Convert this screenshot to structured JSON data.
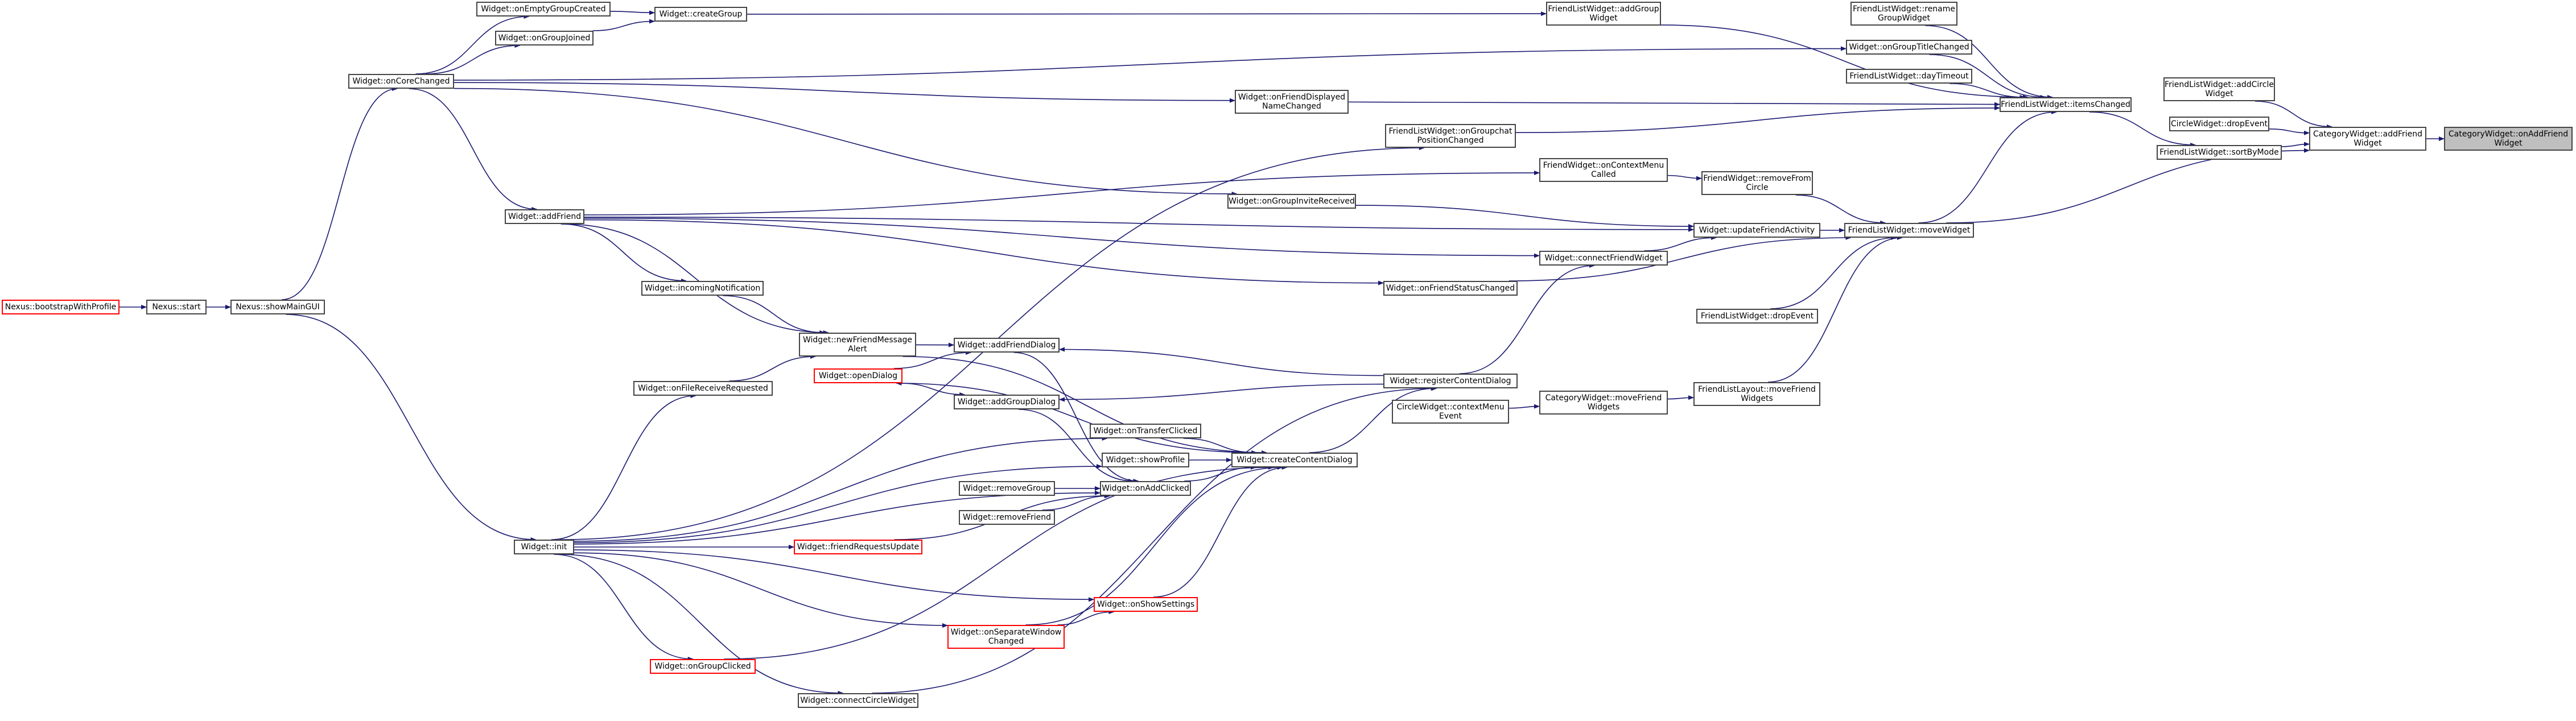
{
  "colors": {
    "edge": "#191970",
    "node_border": "#444444",
    "node_border_truncated": "#ff0000",
    "focus_fill": "#bfbfbf"
  },
  "nodes": {
    "bootstrap": "Nexus::bootstrapWithProfile",
    "start": "Nexus::start",
    "showMainGUI": "Nexus::showMainGUI",
    "init": "Widget::init",
    "onCoreChanged": "Widget::onCoreChanged",
    "onEmptyGroupCreated": "Widget::onEmptyGroupCreated",
    "onGroupJoined": "Widget::onGroupJoined",
    "createGroup": "Widget::createGroup",
    "addFriend": "Widget::addFriend",
    "incomingNotification": "Widget::incomingNotification",
    "newFriendMessageAlert": "Widget::newFriendMessage\nAlert",
    "onFileReceiveRequested": "Widget::onFileReceiveRequested",
    "friendRequestsUpdate": "Widget::friendRequestsUpdate",
    "onSeparateWindowChanged": "Widget::onSeparateWindow\nChanged",
    "onGroupClicked": "Widget::onGroupClicked",
    "connectCircleWidget": "Widget::connectCircleWidget",
    "addFriendDialog": "Widget::addFriendDialog",
    "openDialog": "Widget::openDialog",
    "addGroupDialog": "Widget::addGroupDialog",
    "onTransferClicked": "Widget::onTransferClicked",
    "showProfile": "Widget::showProfile",
    "removeGroup": "Widget::removeGroup",
    "onAddClicked": "Widget::onAddClicked",
    "removeFriend": "Widget::removeFriend",
    "onShowSettings": "Widget::onShowSettings",
    "onFriendDisplayedNameChanged": "Widget::onFriendDisplayed\nNameChanged",
    "onGroupInviteReceived": "Widget::onGroupInviteReceived",
    "onFriendStatusChanged": "Widget::onFriendStatusChanged",
    "registerContentDialog": "Widget::registerContentDialog",
    "createContentDialog": "Widget::createContentDialog",
    "circleContextMenuEvent": "CircleWidget::contextMenu\nEvent",
    "connectFriendWidget": "Widget::connectFriendWidget",
    "onGroupchatPositionChanged": "FriendListWidget::onGroupchat\nPositionChanged",
    "onContextMenuCalled": "FriendWidget::onContextMenu\nCalled",
    "moveFriendWidgets": "CategoryWidget::moveFriend\nWidgets",
    "flwAddGroupWidget": "FriendListWidget::addGroup\nWidget",
    "renameGroupWidget": "FriendListWidget::rename\nGroupWidget",
    "onGroupTitleChanged": "Widget::onGroupTitleChanged",
    "dayTimeout": "FriendListWidget::dayTimeout",
    "removeFromCircle": "FriendWidget::removeFrom\nCircle",
    "updateFriendActivity": "Widget::updateFriendActivity",
    "flwDropEvent": "FriendListWidget::dropEvent",
    "layoutMoveFriendWidgets": "FriendListLayout::moveFriend\nWidgets",
    "itemsChanged": "FriendListWidget::itemsChanged",
    "moveWidget": "FriendListWidget::moveWidget",
    "addCircleWidget": "FriendListWidget::addCircle\nWidget",
    "circleDropEvent": "CircleWidget::dropEvent",
    "sortByMode": "FriendListWidget::sortByMode",
    "categoryAddFriendWidget": "CategoryWidget::addFriend\nWidget",
    "onAddFriendWidget": "CategoryWidget::onAddFriend\nWidget"
  }
}
